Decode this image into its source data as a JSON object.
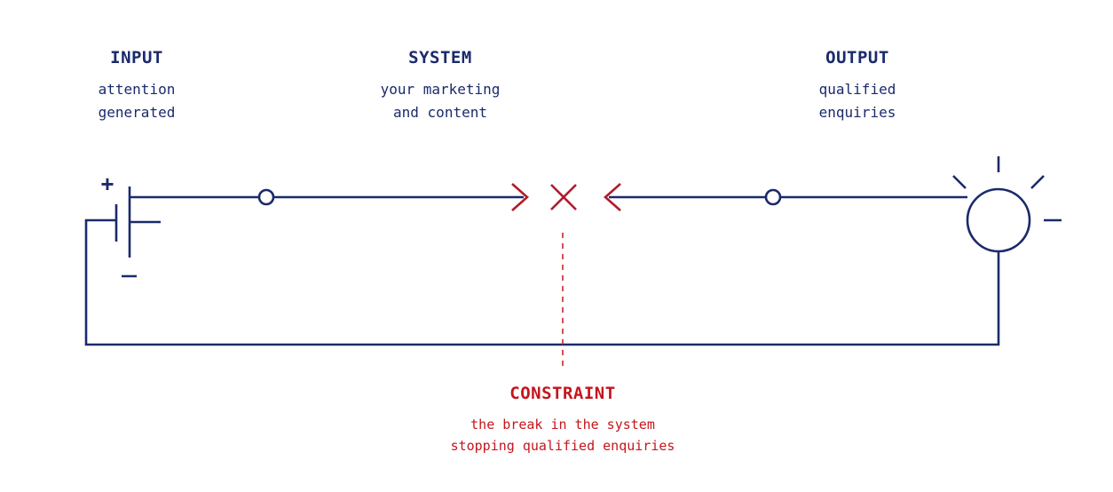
{
  "colors": {
    "circuit": "#1a2a6c",
    "constraint": "#c4161c"
  },
  "input": {
    "heading": "INPUT",
    "line1": "attention",
    "line2": "generated"
  },
  "system": {
    "heading": "SYSTEM",
    "line1": "your marketing",
    "line2": "and content"
  },
  "output": {
    "heading": "OUTPUT",
    "line1": "qualified",
    "line2": "enquiries"
  },
  "constraint": {
    "heading": "CONSTRAINT",
    "line1": "the break in the system",
    "line2": "stopping qualified enquiries"
  },
  "battery": {
    "plus": "+",
    "minus": "−"
  },
  "icons": [
    "battery-icon",
    "switch-node-icon",
    "break-x-icon",
    "bulb-icon"
  ]
}
